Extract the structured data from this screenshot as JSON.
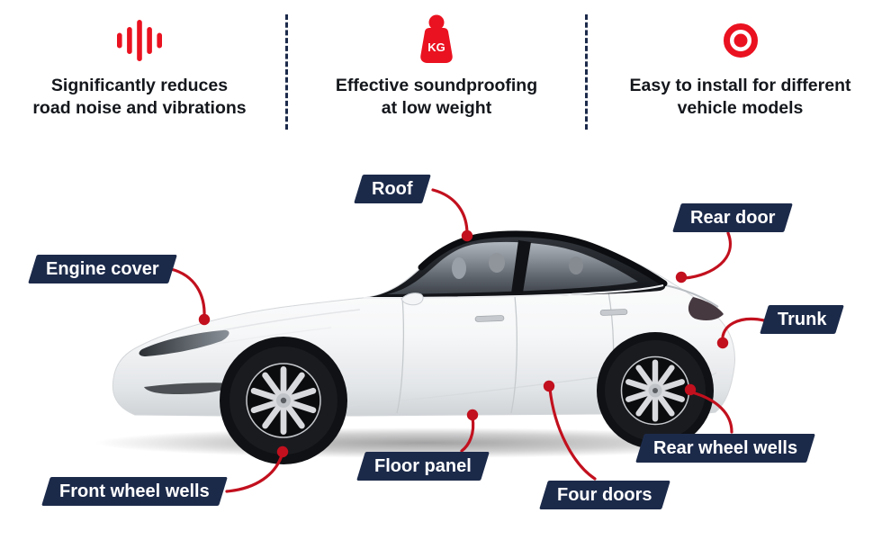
{
  "features": [
    {
      "icon": "sound-wave-icon",
      "line1": "Significantly reduces",
      "line2": "road noise and vibrations"
    },
    {
      "icon": "weight-kg-icon",
      "badge": "KG",
      "line1": "Effective soundproofing",
      "line2": "at low weight"
    },
    {
      "icon": "target-icon",
      "line1": "Easy to install for different",
      "line2": "vehicle models"
    }
  ],
  "car_labels": {
    "roof": "Roof",
    "rear_door": "Rear door",
    "engine_cover": "Engine cover",
    "trunk": "Trunk",
    "rear_wheel_wells": "Rear wheel wells",
    "floor_panel": "Floor panel",
    "front_wheel_wells": "Front wheel wells",
    "four_doors": "Four doors"
  },
  "colors": {
    "accent_red": "#c2101e",
    "icon_red": "#ea1220",
    "label_navy": "#1c2a4a",
    "text_dark": "#14171c"
  }
}
